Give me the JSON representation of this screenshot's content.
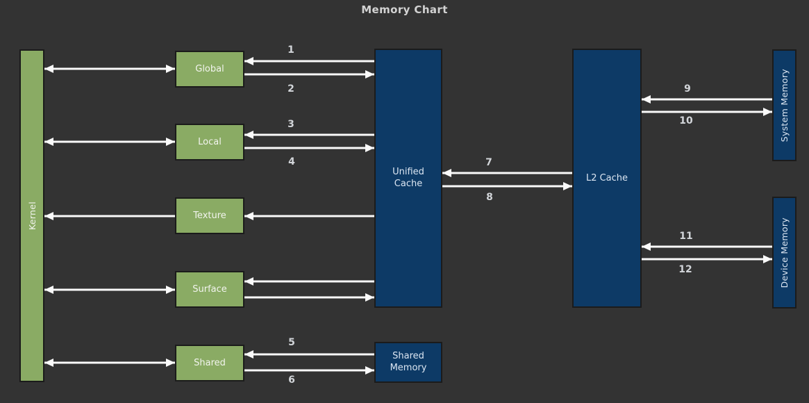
{
  "title": "Memory Chart",
  "colors": {
    "background": "#333333",
    "box_green": "#8aab64",
    "box_blue": "#0d3a66",
    "box_border": "#1b1b1b",
    "arrow": "#fafafa",
    "number_text": "#d2d5d9",
    "title_text": "#d3d3d3"
  },
  "nodes": {
    "kernel": {
      "label": "Kernel",
      "color": "green",
      "orientation": "vertical"
    },
    "global": {
      "label": "Global",
      "color": "green"
    },
    "local": {
      "label": "Local",
      "color": "green"
    },
    "texture": {
      "label": "Texture",
      "color": "green"
    },
    "surface": {
      "label": "Surface",
      "color": "green"
    },
    "shared": {
      "label": "Shared",
      "color": "green"
    },
    "unified_cache": {
      "label": "Unified Cache",
      "color": "blue"
    },
    "shared_memory": {
      "label": "Shared Memory",
      "color": "blue"
    },
    "l2_cache": {
      "label": "L2 Cache",
      "color": "blue"
    },
    "system_memory": {
      "label": "System Memory",
      "color": "blue",
      "orientation": "vertical"
    },
    "device_memory": {
      "label": "Device Memory",
      "color": "blue",
      "orientation": "vertical"
    }
  },
  "edges": [
    {
      "from": "Kernel",
      "to": "Global",
      "bidirectional": true,
      "label": ""
    },
    {
      "from": "Unified Cache",
      "to": "Global",
      "bidirectional": false,
      "label": "1"
    },
    {
      "from": "Global",
      "to": "Unified Cache",
      "bidirectional": false,
      "label": "2"
    },
    {
      "from": "Kernel",
      "to": "Local",
      "bidirectional": true,
      "label": ""
    },
    {
      "from": "Unified Cache",
      "to": "Local",
      "bidirectional": false,
      "label": "3"
    },
    {
      "from": "Local",
      "to": "Unified Cache",
      "bidirectional": false,
      "label": "4"
    },
    {
      "from": "Texture",
      "to": "Kernel",
      "bidirectional": false,
      "label": ""
    },
    {
      "from": "Unified Cache",
      "to": "Texture",
      "bidirectional": false,
      "label": ""
    },
    {
      "from": "Kernel",
      "to": "Surface",
      "bidirectional": true,
      "label": ""
    },
    {
      "from": "Unified Cache",
      "to": "Surface",
      "bidirectional": false,
      "label": ""
    },
    {
      "from": "Surface",
      "to": "Unified Cache",
      "bidirectional": false,
      "label": ""
    },
    {
      "from": "Kernel",
      "to": "Shared",
      "bidirectional": true,
      "label": ""
    },
    {
      "from": "Shared Memory",
      "to": "Shared",
      "bidirectional": false,
      "label": "5"
    },
    {
      "from": "Shared",
      "to": "Shared Memory",
      "bidirectional": false,
      "label": "6"
    },
    {
      "from": "L2 Cache",
      "to": "Unified Cache",
      "bidirectional": false,
      "label": "7"
    },
    {
      "from": "Unified Cache",
      "to": "L2 Cache",
      "bidirectional": false,
      "label": "8"
    },
    {
      "from": "System Memory",
      "to": "L2 Cache",
      "bidirectional": false,
      "label": "9"
    },
    {
      "from": "L2 Cache",
      "to": "System Memory",
      "bidirectional": false,
      "label": "10"
    },
    {
      "from": "Device Memory",
      "to": "L2 Cache",
      "bidirectional": false,
      "label": "11"
    },
    {
      "from": "L2 Cache",
      "to": "Device Memory",
      "bidirectional": false,
      "label": "12"
    }
  ]
}
